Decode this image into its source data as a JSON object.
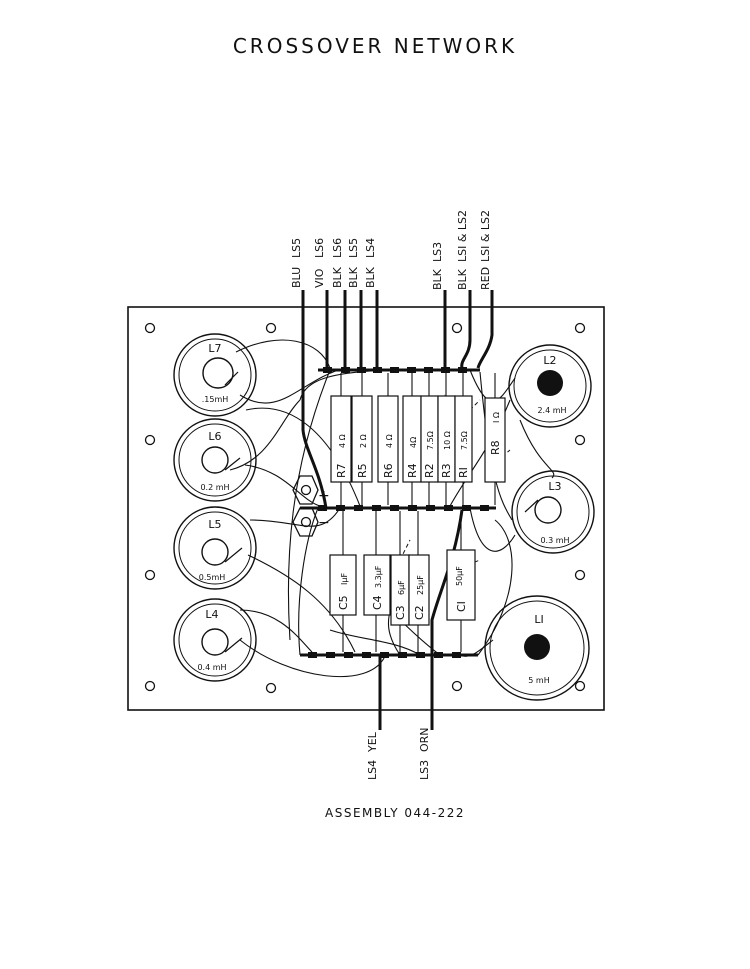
{
  "title": "CROSSOVER NETWORK",
  "assembly": "ASSEMBLY  044-222",
  "top_wires": [
    {
      "ls": "LS5",
      "color": "BLU"
    },
    {
      "ls": "LS6",
      "color": "VIO"
    },
    {
      "ls": "LS6",
      "color": "BLK"
    },
    {
      "ls": "LS5",
      "color": "BLK"
    },
    {
      "ls": "LS4",
      "color": "BLK"
    },
    {
      "ls": "LS3",
      "color": "BLK"
    },
    {
      "ls": "LSI & LS2",
      "color": "BLK"
    },
    {
      "ls": "LSI & LS2",
      "color": "RED"
    }
  ],
  "bottom_wires": [
    {
      "ls": "LS4",
      "color": "YEL"
    },
    {
      "ls": "LS3",
      "color": "ORN"
    }
  ],
  "inductors": [
    {
      "id": "L7",
      "value": ".15mH"
    },
    {
      "id": "L6",
      "value": "0.2 mH"
    },
    {
      "id": "L5",
      "value": "0.5mH"
    },
    {
      "id": "L4",
      "value": "0.4 mH"
    },
    {
      "id": "L2",
      "value": "2.4 mH"
    },
    {
      "id": "L3",
      "value": "0.3 mH"
    },
    {
      "id": "LI",
      "value": "5 mH"
    }
  ],
  "resistors": [
    {
      "id": "R7",
      "value": "4 Ω"
    },
    {
      "id": "R5",
      "value": "2 Ω"
    },
    {
      "id": "R6",
      "value": "4 Ω"
    },
    {
      "id": "R4",
      "value": "4Ω"
    },
    {
      "id": "R2",
      "value": "7.5Ω"
    },
    {
      "id": "R3",
      "value": "10 Ω"
    },
    {
      "id": "RI",
      "value": "7.5Ω"
    },
    {
      "id": "R8",
      "value": "I Ω"
    }
  ],
  "capacitors": [
    {
      "id": "C5",
      "value": "IμF"
    },
    {
      "id": "C4",
      "value": "3.3μF"
    },
    {
      "id": "C3",
      "value": "6μF"
    },
    {
      "id": "C2",
      "value": "25μF"
    },
    {
      "id": "CI",
      "value": "50μF"
    }
  ],
  "terminals": {
    "plus": "+",
    "minus": "−"
  }
}
